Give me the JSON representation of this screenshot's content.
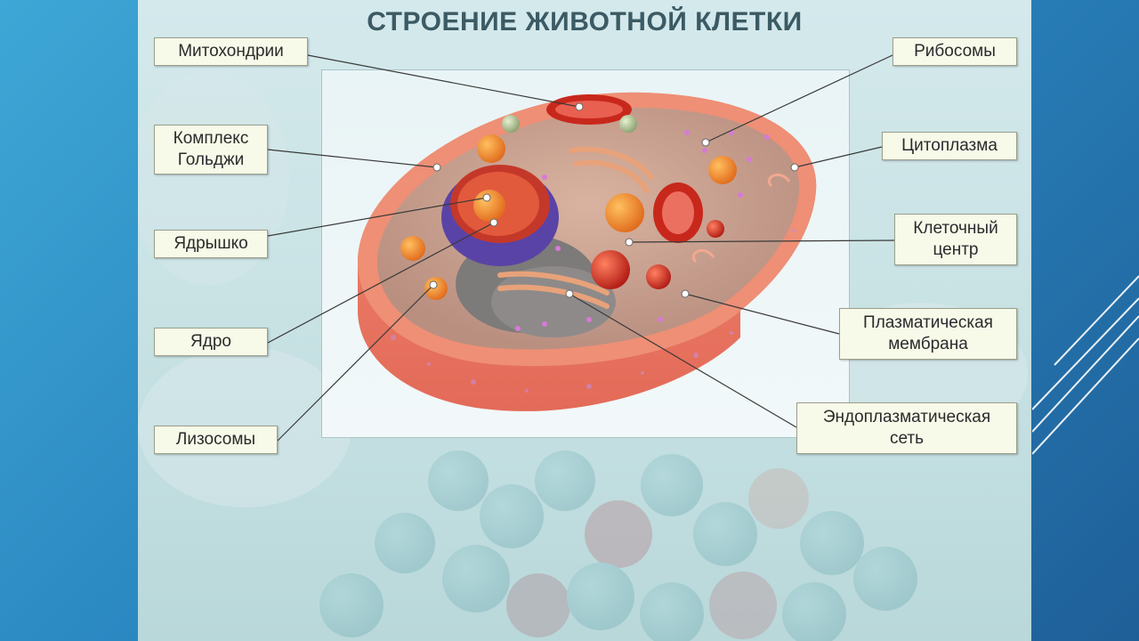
{
  "title": "СТРОЕНИЕ ЖИВОТНОЙ КЛЕТКИ",
  "labels": {
    "mitochondria": "Митохондрии",
    "golgi_line1": "Комплекс",
    "golgi_line2": "Гольджи",
    "nucleolus": "Ядрышко",
    "nucleus": "Ядро",
    "lysosomes": "Лизосомы",
    "ribosomes": "Рибосомы",
    "cytoplasm": "Цитоплазма",
    "cell_center_line1": "Клеточный",
    "cell_center_line2": "центр",
    "membrane_line1": "Плазматическая",
    "membrane_line2": "мембрана",
    "er_line1": "Эндоплазматическая",
    "er_line2": "сеть"
  },
  "colors": {
    "cell_outer": "#e9806a",
    "cell_inner": "#c99a86",
    "nucleus": "#6a4fb0",
    "label_bg": "#f7f9e9"
  }
}
